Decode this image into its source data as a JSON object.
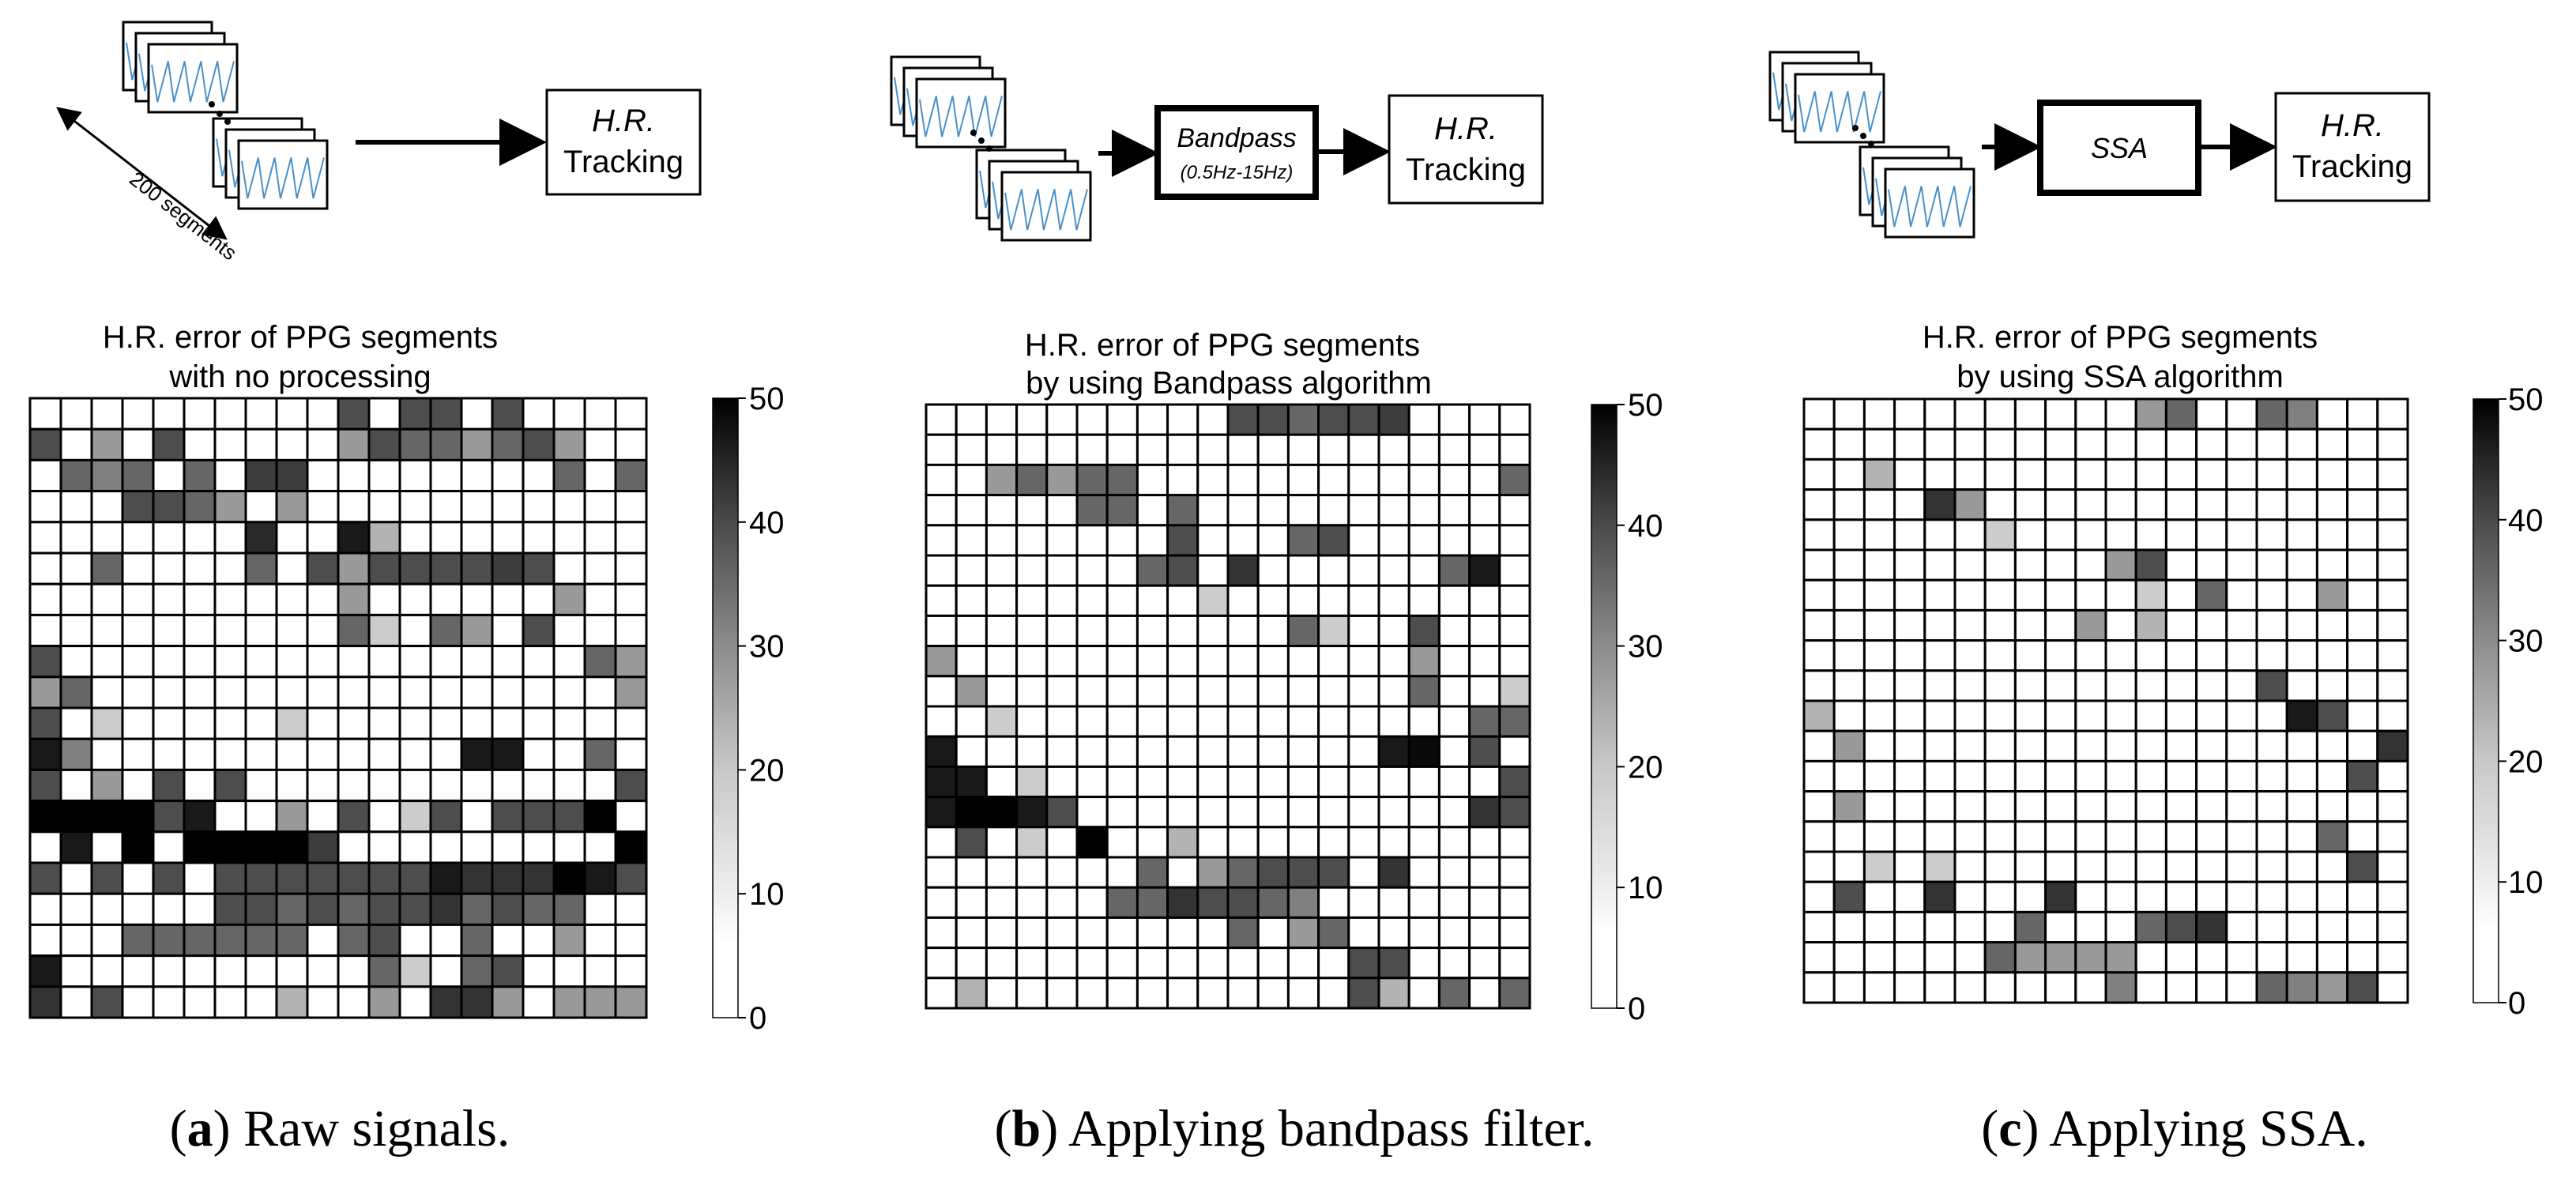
{
  "panels": [
    {
      "id": "a",
      "letter": "a",
      "caption_text": "Raw signals.",
      "diagram": {
        "blocks": [
          "H.R. Tracking"
        ],
        "arrow_label": "200 segments",
        "block_lines": [
          [
            "H.R.",
            "Tracking"
          ]
        ]
      },
      "chart_title": [
        "H.R. error of PPG segments",
        "with no processing"
      ]
    },
    {
      "id": "b",
      "letter": "b",
      "caption_text": "Applying bandpass filter.",
      "diagram": {
        "block_lines": [
          [
            "Bandpass",
            "(0.5Hz-15Hz)"
          ],
          [
            "H.R.",
            "Tracking"
          ]
        ]
      },
      "chart_title": [
        "H.R. error of PPG segments",
        "by using Bandpass algorithm"
      ]
    },
    {
      "id": "c",
      "letter": "c",
      "caption_text": "Applying SSA.",
      "diagram": {
        "block_lines": [
          [
            "SSA"
          ],
          [
            "H.R.",
            "Tracking"
          ]
        ]
      },
      "chart_title": [
        "H.R. error of PPG segments",
        "by using SSA algorithm"
      ]
    }
  ],
  "chart_data": [
    {
      "type": "heatmap",
      "title": "H.R. error of PPG segments with no processing",
      "colorbar": {
        "min": 0,
        "max": 50,
        "ticks": [
          0,
          10,
          20,
          30,
          40,
          50
        ],
        "colormap": "white-to-black (greys)"
      },
      "rows": 20,
      "cols": 20,
      "values": [
        [
          0,
          0,
          0,
          0,
          0,
          0,
          0,
          0,
          0,
          0,
          35,
          0,
          35,
          35,
          0,
          35,
          0,
          0,
          0,
          0
        ],
        [
          35,
          0,
          20,
          0,
          35,
          0,
          0,
          0,
          0,
          0,
          20,
          35,
          30,
          30,
          20,
          30,
          35,
          20,
          0,
          0
        ],
        [
          0,
          30,
          25,
          30,
          0,
          30,
          0,
          38,
          38,
          0,
          0,
          0,
          0,
          0,
          0,
          0,
          0,
          30,
          0,
          30
        ],
        [
          0,
          0,
          0,
          35,
          35,
          30,
          20,
          0,
          20,
          0,
          0,
          0,
          0,
          0,
          0,
          0,
          0,
          0,
          0,
          0
        ],
        [
          0,
          0,
          0,
          0,
          0,
          0,
          0,
          42,
          0,
          0,
          45,
          15,
          0,
          0,
          0,
          0,
          0,
          0,
          0,
          0
        ],
        [
          0,
          0,
          30,
          0,
          0,
          0,
          0,
          30,
          0,
          35,
          20,
          35,
          35,
          35,
          35,
          38,
          35,
          0,
          0,
          0
        ],
        [
          0,
          0,
          0,
          0,
          0,
          0,
          0,
          0,
          0,
          0,
          20,
          0,
          0,
          0,
          0,
          0,
          0,
          20,
          0,
          0
        ],
        [
          0,
          0,
          0,
          0,
          0,
          0,
          0,
          0,
          0,
          0,
          30,
          10,
          0,
          30,
          20,
          0,
          35,
          0,
          0,
          0
        ],
        [
          35,
          0,
          0,
          0,
          0,
          0,
          0,
          0,
          0,
          0,
          0,
          0,
          0,
          0,
          0,
          0,
          0,
          0,
          30,
          20
        ],
        [
          20,
          30,
          0,
          0,
          0,
          0,
          0,
          0,
          0,
          0,
          0,
          0,
          0,
          0,
          0,
          0,
          0,
          0,
          0,
          20
        ],
        [
          35,
          0,
          10,
          0,
          0,
          0,
          0,
          0,
          10,
          0,
          0,
          0,
          0,
          0,
          0,
          0,
          0,
          0,
          0,
          0
        ],
        [
          45,
          25,
          0,
          0,
          0,
          0,
          0,
          0,
          0,
          0,
          0,
          0,
          0,
          0,
          45,
          45,
          0,
          0,
          30,
          0
        ],
        [
          35,
          0,
          20,
          0,
          35,
          0,
          35,
          0,
          0,
          0,
          0,
          0,
          0,
          0,
          0,
          0,
          0,
          0,
          0,
          35
        ],
        [
          50,
          50,
          50,
          50,
          35,
          45,
          0,
          0,
          20,
          0,
          35,
          0,
          10,
          35,
          0,
          35,
          35,
          35,
          50,
          0
        ],
        [
          0,
          45,
          0,
          50,
          0,
          50,
          50,
          50,
          50,
          38,
          0,
          0,
          0,
          0,
          0,
          0,
          0,
          0,
          0,
          50
        ],
        [
          35,
          0,
          35,
          0,
          35,
          0,
          35,
          35,
          35,
          35,
          35,
          35,
          35,
          45,
          40,
          40,
          40,
          50,
          45,
          35
        ],
        [
          0,
          0,
          0,
          0,
          0,
          0,
          35,
          35,
          30,
          35,
          30,
          35,
          35,
          40,
          30,
          35,
          30,
          30,
          0,
          0
        ],
        [
          0,
          0,
          0,
          30,
          30,
          30,
          30,
          30,
          30,
          0,
          30,
          35,
          0,
          0,
          30,
          0,
          0,
          20,
          0,
          0
        ],
        [
          45,
          0,
          0,
          0,
          0,
          0,
          0,
          0,
          0,
          0,
          0,
          30,
          10,
          0,
          30,
          35,
          0,
          0,
          0,
          0
        ],
        [
          40,
          0,
          35,
          0,
          0,
          0,
          0,
          0,
          15,
          0,
          0,
          20,
          0,
          40,
          40,
          20,
          0,
          20,
          20,
          20
        ]
      ]
    },
    {
      "type": "heatmap",
      "title": "H.R. error of PPG segments by using Bandpass algorithm",
      "colorbar": {
        "min": 0,
        "max": 50,
        "ticks": [
          0,
          10,
          20,
          30,
          40,
          50
        ],
        "colormap": "white-to-black (greys)"
      },
      "rows": 20,
      "cols": 20,
      "values": [
        [
          0,
          0,
          0,
          0,
          0,
          0,
          0,
          0,
          0,
          0,
          35,
          35,
          30,
          35,
          35,
          38,
          0,
          0,
          0,
          0
        ],
        [
          0,
          0,
          0,
          0,
          0,
          0,
          0,
          0,
          0,
          0,
          0,
          0,
          0,
          0,
          0,
          0,
          0,
          0,
          0,
          0
        ],
        [
          0,
          0,
          20,
          30,
          20,
          30,
          30,
          0,
          0,
          0,
          0,
          0,
          0,
          0,
          0,
          0,
          0,
          0,
          0,
          30
        ],
        [
          0,
          0,
          0,
          0,
          0,
          30,
          30,
          0,
          30,
          0,
          0,
          0,
          0,
          0,
          0,
          0,
          0,
          0,
          0,
          0
        ],
        [
          0,
          0,
          0,
          0,
          0,
          0,
          0,
          0,
          35,
          0,
          0,
          0,
          30,
          35,
          0,
          0,
          0,
          0,
          0,
          0
        ],
        [
          0,
          0,
          0,
          0,
          0,
          0,
          0,
          30,
          35,
          0,
          40,
          0,
          0,
          0,
          0,
          0,
          0,
          30,
          45,
          0
        ],
        [
          0,
          0,
          0,
          0,
          0,
          0,
          0,
          0,
          0,
          10,
          0,
          0,
          0,
          0,
          0,
          0,
          0,
          0,
          0,
          0
        ],
        [
          0,
          0,
          0,
          0,
          0,
          0,
          0,
          0,
          0,
          0,
          0,
          0,
          30,
          10,
          0,
          0,
          35,
          0,
          0,
          0
        ],
        [
          20,
          0,
          0,
          0,
          0,
          0,
          0,
          0,
          0,
          0,
          0,
          0,
          0,
          0,
          0,
          0,
          20,
          0,
          0,
          0
        ],
        [
          0,
          20,
          0,
          0,
          0,
          0,
          0,
          0,
          0,
          0,
          0,
          0,
          0,
          0,
          0,
          0,
          30,
          0,
          0,
          10
        ],
        [
          0,
          0,
          10,
          0,
          0,
          0,
          0,
          0,
          0,
          0,
          0,
          0,
          0,
          0,
          0,
          0,
          0,
          0,
          30,
          30
        ],
        [
          45,
          0,
          0,
          0,
          0,
          0,
          0,
          0,
          0,
          0,
          0,
          0,
          0,
          0,
          0,
          45,
          48,
          0,
          35,
          0
        ],
        [
          45,
          45,
          0,
          10,
          0,
          0,
          0,
          0,
          0,
          0,
          0,
          0,
          0,
          0,
          0,
          0,
          0,
          0,
          0,
          35
        ],
        [
          45,
          50,
          50,
          45,
          35,
          0,
          0,
          0,
          0,
          0,
          0,
          0,
          0,
          0,
          0,
          0,
          0,
          0,
          40,
          35
        ],
        [
          0,
          35,
          0,
          10,
          0,
          50,
          0,
          0,
          15,
          0,
          0,
          0,
          0,
          0,
          0,
          0,
          0,
          0,
          0,
          0
        ],
        [
          0,
          0,
          0,
          0,
          0,
          0,
          0,
          30,
          0,
          20,
          30,
          35,
          35,
          35,
          0,
          40,
          0,
          0,
          0,
          0
        ],
        [
          0,
          0,
          0,
          0,
          0,
          0,
          30,
          30,
          40,
          35,
          35,
          30,
          25,
          0,
          0,
          0,
          0,
          0,
          0,
          0
        ],
        [
          0,
          0,
          0,
          0,
          0,
          0,
          0,
          0,
          0,
          0,
          30,
          0,
          20,
          30,
          0,
          0,
          0,
          0,
          0,
          0
        ],
        [
          0,
          0,
          0,
          0,
          0,
          0,
          0,
          0,
          0,
          0,
          0,
          0,
          0,
          0,
          35,
          35,
          0,
          0,
          0,
          0
        ],
        [
          0,
          15,
          0,
          0,
          0,
          0,
          0,
          0,
          0,
          0,
          0,
          0,
          0,
          0,
          35,
          15,
          0,
          30,
          0,
          30
        ]
      ]
    },
    {
      "type": "heatmap",
      "title": "H.R. error of PPG segments by using SSA algorithm",
      "colorbar": {
        "min": 0,
        "max": 50,
        "ticks": [
          0,
          10,
          20,
          30,
          40,
          50
        ],
        "colormap": "white-to-black (greys)"
      },
      "rows": 20,
      "cols": 20,
      "values": [
        [
          0,
          0,
          0,
          0,
          0,
          0,
          0,
          0,
          0,
          0,
          0,
          20,
          30,
          0,
          0,
          30,
          25,
          0,
          0,
          0
        ],
        [
          0,
          0,
          0,
          0,
          0,
          0,
          0,
          0,
          0,
          0,
          0,
          0,
          0,
          0,
          0,
          0,
          0,
          0,
          0,
          0
        ],
        [
          0,
          0,
          15,
          0,
          0,
          0,
          0,
          0,
          0,
          0,
          0,
          0,
          0,
          0,
          0,
          0,
          0,
          0,
          0,
          0
        ],
        [
          0,
          0,
          0,
          0,
          40,
          20,
          0,
          0,
          0,
          0,
          0,
          0,
          0,
          0,
          0,
          0,
          0,
          0,
          0,
          0
        ],
        [
          0,
          0,
          0,
          0,
          0,
          0,
          10,
          0,
          0,
          0,
          0,
          0,
          0,
          0,
          0,
          0,
          0,
          0,
          0,
          0
        ],
        [
          0,
          0,
          0,
          0,
          0,
          0,
          0,
          0,
          0,
          0,
          20,
          35,
          0,
          0,
          0,
          0,
          0,
          0,
          0,
          0
        ],
        [
          0,
          0,
          0,
          0,
          0,
          0,
          0,
          0,
          0,
          0,
          0,
          10,
          0,
          30,
          0,
          0,
          0,
          20,
          0,
          0
        ],
        [
          0,
          0,
          0,
          0,
          0,
          0,
          0,
          0,
          0,
          20,
          0,
          15,
          0,
          0,
          0,
          0,
          0,
          0,
          0,
          0
        ],
        [
          0,
          0,
          0,
          0,
          0,
          0,
          0,
          0,
          0,
          0,
          0,
          0,
          0,
          0,
          0,
          0,
          0,
          0,
          0,
          0
        ],
        [
          0,
          0,
          0,
          0,
          0,
          0,
          0,
          0,
          0,
          0,
          0,
          0,
          0,
          0,
          0,
          35,
          0,
          0,
          0,
          0
        ],
        [
          15,
          0,
          0,
          0,
          0,
          0,
          0,
          0,
          0,
          0,
          0,
          0,
          0,
          0,
          0,
          0,
          45,
          35,
          0,
          0
        ],
        [
          0,
          20,
          0,
          0,
          0,
          0,
          0,
          0,
          0,
          0,
          0,
          0,
          0,
          0,
          0,
          0,
          0,
          0,
          0,
          40
        ],
        [
          0,
          0,
          0,
          0,
          0,
          0,
          0,
          0,
          0,
          0,
          0,
          0,
          0,
          0,
          0,
          0,
          0,
          0,
          35,
          0
        ],
        [
          0,
          20,
          0,
          0,
          0,
          0,
          0,
          0,
          0,
          0,
          0,
          0,
          0,
          0,
          0,
          0,
          0,
          0,
          0,
          0
        ],
        [
          0,
          0,
          0,
          0,
          0,
          0,
          0,
          0,
          0,
          0,
          0,
          0,
          0,
          0,
          0,
          0,
          0,
          30,
          0,
          0
        ],
        [
          0,
          0,
          10,
          0,
          10,
          0,
          0,
          0,
          0,
          0,
          0,
          0,
          0,
          0,
          0,
          0,
          0,
          0,
          35,
          0
        ],
        [
          0,
          35,
          0,
          0,
          40,
          0,
          0,
          0,
          40,
          0,
          0,
          0,
          0,
          0,
          0,
          0,
          0,
          0,
          0,
          0
        ],
        [
          0,
          0,
          0,
          0,
          0,
          0,
          0,
          30,
          0,
          0,
          0,
          30,
          35,
          40,
          0,
          0,
          0,
          0,
          0,
          0
        ],
        [
          0,
          0,
          0,
          0,
          0,
          0,
          30,
          20,
          20,
          20,
          20,
          0,
          0,
          0,
          0,
          0,
          0,
          0,
          0,
          0
        ],
        [
          0,
          0,
          0,
          0,
          0,
          0,
          0,
          0,
          0,
          0,
          25,
          0,
          0,
          0,
          0,
          30,
          25,
          20,
          35,
          0
        ]
      ]
    }
  ]
}
